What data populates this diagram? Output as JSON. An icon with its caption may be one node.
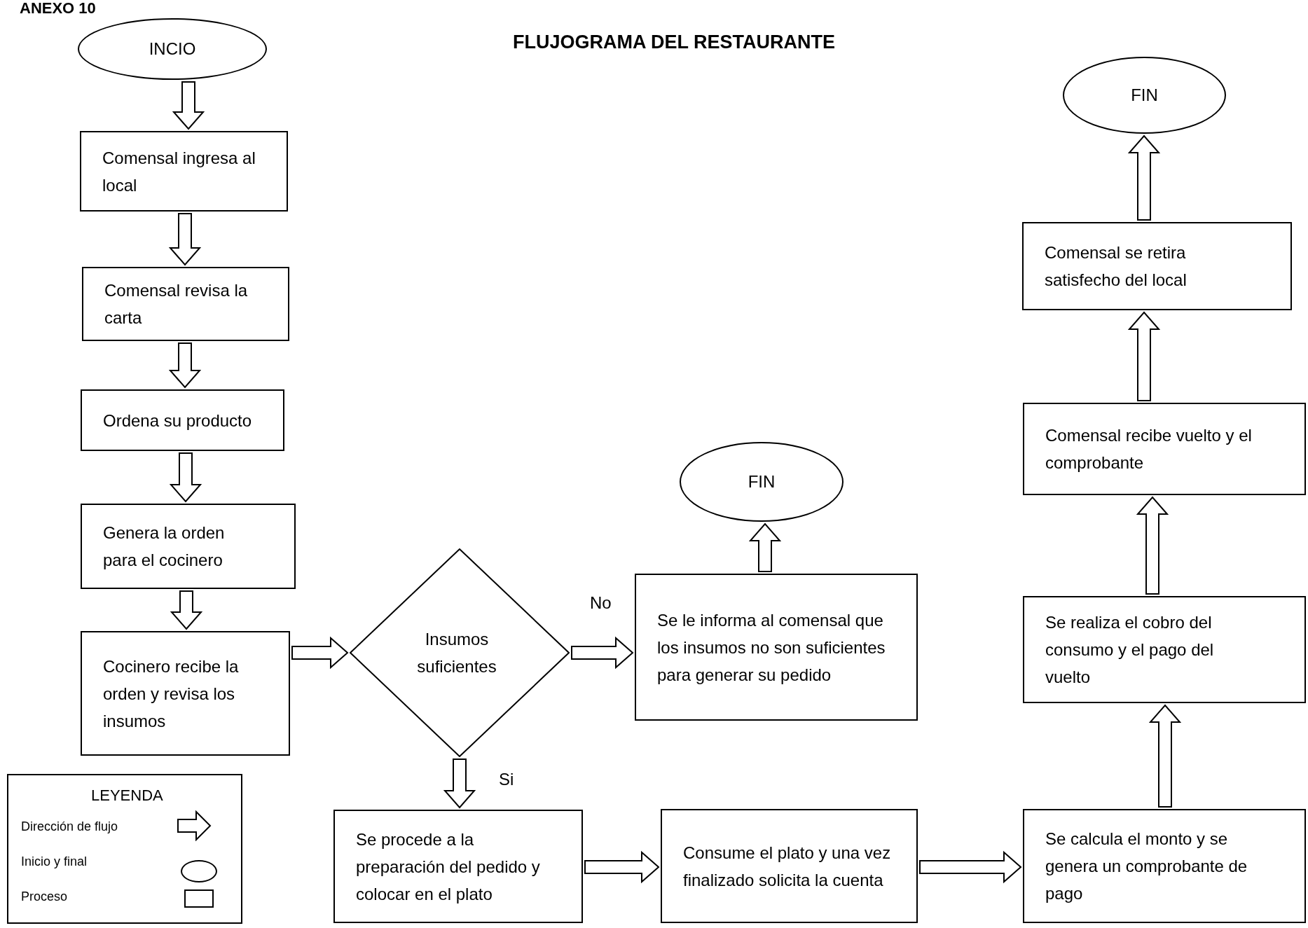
{
  "diagram": {
    "title": "FLUJOGRAMA DEL RESTAURANTE",
    "nodes": [
      {
        "text": [
          "INCIO"
        ]
      },
      {
        "text": [
          "Comensal ingresa al local"
        ]
      },
      {
        "text": [
          "Comensal revisa la carta"
        ]
      },
      {
        "text": [
          "Ordena su producto"
        ]
      },
      {
        "text": [
          "Genera la orden para el cocinero"
        ]
      },
      {
        "text": [
          "Cocinero recibe la orden y revisa los insumos"
        ]
      },
      {
        "text": [
          "Insumos suficientes"
        ]
      },
      {
        "text": [
          "Se le informa al comensal que los insumos no son suficientes para generar su pedido"
        ]
      },
      {
        "text": [
          "FIN"
        ]
      },
      {
        "text": [
          "Se procede a la preparación del pedido y colocar en el plato"
        ]
      },
      {
        "text": [
          "Consume el plato y una vez finalizado solicita la cuenta"
        ]
      },
      {
        "text": [
          "Se calcula el monto y se genera un comprobante de pago"
        ]
      },
      {
        "text": [
          "Se realiza el cobro del consumo y el pago del vuelto"
        ]
      },
      {
        "text": [
          "Comensal recibe vuelto y el comprobante"
        ]
      },
      {
        "text": [
          "Comensal se retira satisfecho del local"
        ]
      },
      {
        "text": [
          "FIN"
        ]
      }
    ],
    "edges": [
      {
        "from": 0,
        "to": 1,
        "arrow": "to"
      },
      {
        "from": 1,
        "to": 2,
        "arrow": "to"
      },
      {
        "from": 2,
        "to": 3,
        "arrow": "to"
      },
      {
        "from": 3,
        "to": 4,
        "arrow": "to"
      },
      {
        "from": 4,
        "to": 5,
        "arrow": "to"
      },
      {
        "from": 5,
        "to": 6,
        "arrow": "to"
      },
      {
        "from": 6,
        "to": 7,
        "arrow": "to",
        "label": "No"
      },
      {
        "from": 7,
        "to": 8,
        "arrow": "to"
      },
      {
        "from": 6,
        "to": 9,
        "arrow": "to",
        "label": "Si"
      },
      {
        "from": 9,
        "to": 10,
        "arrow": "to"
      },
      {
        "from": 10,
        "to": 11,
        "arrow": "to"
      },
      {
        "from": 11,
        "to": 12,
        "arrow": "to"
      },
      {
        "from": 12,
        "to": 13,
        "arrow": "to"
      },
      {
        "from": 13,
        "to": 14,
        "arrow": "to"
      },
      {
        "from": 14,
        "to": 15,
        "arrow": "to"
      }
    ],
    "labels": [
      "ANEXO 10",
      "LEYENDA"
    ],
    "legend": [
      {
        "text": "Dirección de flujo"
      },
      {
        "text": "Inicio y final"
      },
      {
        "text": "Proceso"
      }
    ]
  }
}
